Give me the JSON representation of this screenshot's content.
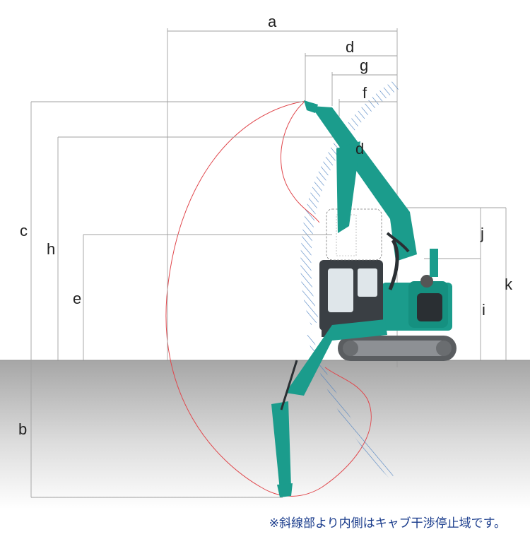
{
  "colors": {
    "machine_teal": "#1b9c8c",
    "machine_dark": "#3a3f44",
    "track_gray": "#5a5d60",
    "working_range_line": "#e0474c",
    "cab_interference_hatch": "#4a7fc0",
    "ground_top": "#a8a8a8",
    "ground_bottom": "#ffffff",
    "dimension_line": "#999999",
    "note_text": "#1a3c8c"
  },
  "dimension_labels": {
    "a": "a",
    "b": "b",
    "c": "c",
    "d_top": "d",
    "d_arm": "d",
    "e": "e",
    "f": "f",
    "g": "g",
    "h": "h",
    "i": "i",
    "j": "j",
    "k": "k"
  },
  "footnote": "※斜線部より内側はキャブ干渉停止域です。"
}
